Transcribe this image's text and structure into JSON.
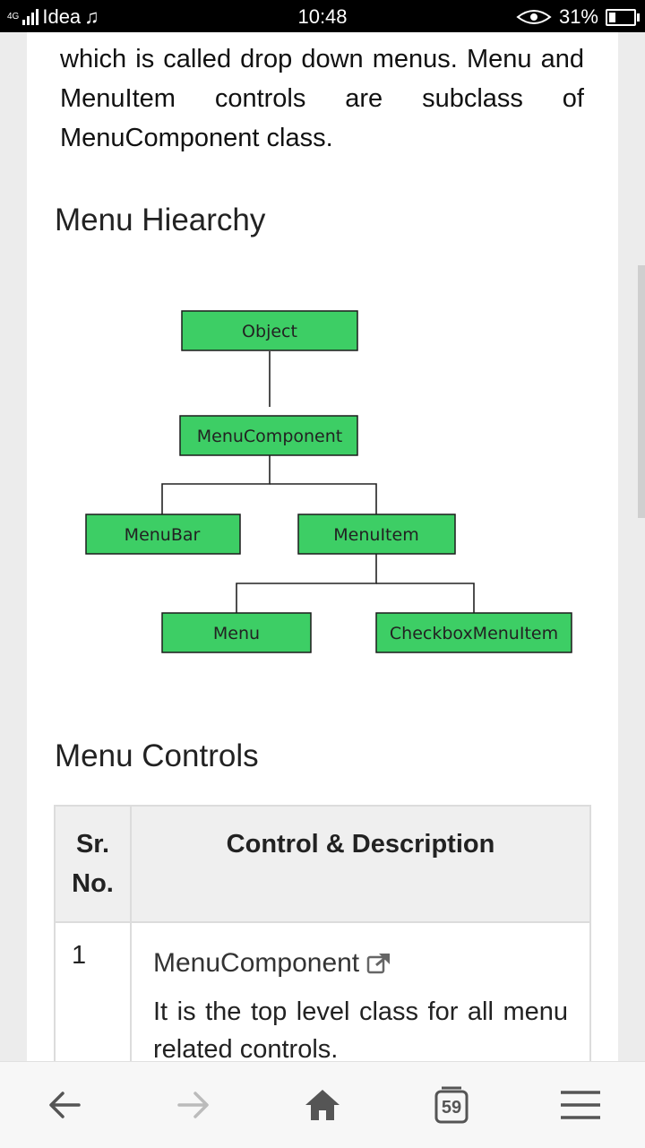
{
  "status_bar": {
    "network": "4G",
    "carrier": "Idea",
    "time": "10:48",
    "battery": "31%",
    "battery_level": 0.31
  },
  "article": {
    "intro": "which is called drop down menus. Menu and MenuItem controls are subclass of MenuComponent class.",
    "hierarchy_heading": "Menu Hiearchy",
    "diagram": {
      "node_color": "#3dce65",
      "nodes": {
        "object": "Object",
        "menu_component": "MenuComponent",
        "menu_bar": "MenuBar",
        "menu_item": "MenuItem",
        "menu": "Menu",
        "checkbox_menu_item": "CheckboxMenuItem"
      }
    },
    "controls_heading": "Menu Controls",
    "table": {
      "headers": {
        "sr_no": "Sr. No.",
        "control": "Control & Description"
      },
      "rows": [
        {
          "num": "1",
          "name": "MenuComponent",
          "description": "It is the top level class for all menu related controls."
        }
      ]
    }
  },
  "bottom_nav": {
    "back": "back-arrow",
    "forward": "forward-arrow",
    "home": "home",
    "tabs_count": "59",
    "menu": "menu"
  }
}
